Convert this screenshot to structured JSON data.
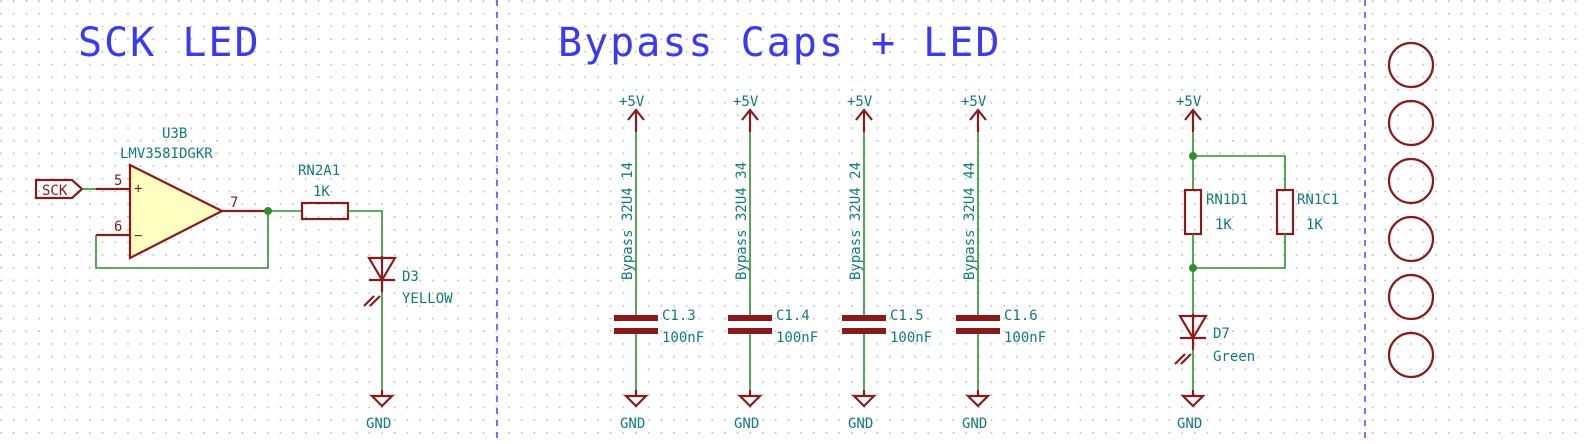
{
  "sections": {
    "sck_led_title": "SCK LED",
    "bypass_title": "Bypass Caps + LED"
  },
  "opamp": {
    "ref": "U3B",
    "value": "LMV358IDGKR",
    "pin_noninv": "5",
    "pin_inv": "6",
    "pin_out": "7",
    "plus": "+",
    "minus": "−"
  },
  "sck_label": "SCK",
  "rn2a1": {
    "ref": "RN2A1",
    "value": "1K"
  },
  "d3": {
    "ref": "D3",
    "value": "YELLOW"
  },
  "gnd_label": "GND",
  "power_label": "+5V",
  "bypass_caps": [
    {
      "net": "Bypass 32U4 14",
      "ref": "C1.3",
      "value": "100nF"
    },
    {
      "net": "Bypass 32U4 34",
      "ref": "C1.4",
      "value": "100nF"
    },
    {
      "net": "Bypass 32U4 24",
      "ref": "C1.5",
      "value": "100nF"
    },
    {
      "net": "Bypass 32U4 44",
      "ref": "C1.6",
      "value": "100nF"
    }
  ],
  "rn1d1": {
    "ref": "RN1D1",
    "value": "1K"
  },
  "rn1c1": {
    "ref": "RN1C1",
    "value": "1K"
  },
  "d7": {
    "ref": "D7",
    "value": "Green"
  },
  "mounting_holes_count": 6,
  "colors": {
    "wire": "#2f8f2f",
    "component": "#8a1a1a",
    "component_fill": "#ffffc2",
    "label": "#137a7a",
    "title": "#3a3af0",
    "grid_dot": "#b8b8b8"
  }
}
